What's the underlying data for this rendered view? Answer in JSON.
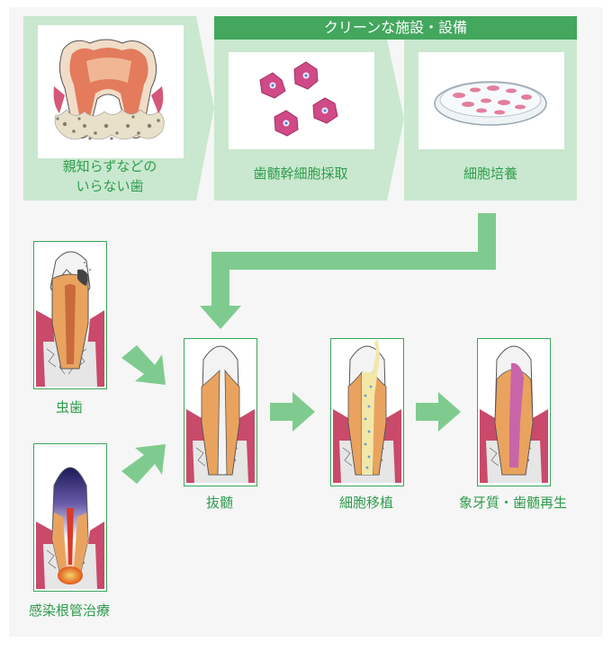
{
  "banner": {
    "text": "クリーンな施設・設備"
  },
  "steps_top": [
    {
      "line1": "親知らずなどの",
      "line2": "いらない歯"
    },
    {
      "label": "歯髄幹細胞採取"
    },
    {
      "label": "細胞培養"
    }
  ],
  "steps_bottom": {
    "cavity": "虫歯",
    "root_canal": "感染根管治療",
    "pulp_removal": "抜髄",
    "transplant": "細胞移植",
    "regeneration": "象牙質・歯髄再生"
  },
  "colors": {
    "accent_green": "#43a75e",
    "light_green": "#c9e8cf",
    "arrow_green": "#7fcb8f",
    "text_green": "#2f9c4c",
    "tooth_pink": "#cc4b6c",
    "dentin_orange": "#e9a35f"
  }
}
